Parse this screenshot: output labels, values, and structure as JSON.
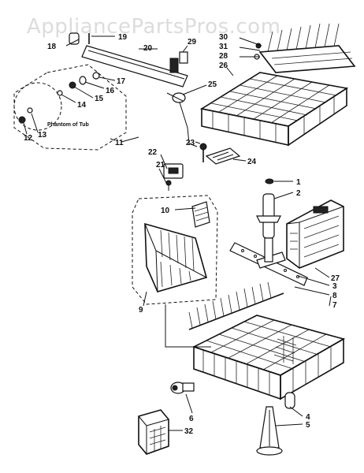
{
  "watermark": "AppliancePartsPros.com",
  "phantom_label": "Phantom of Tub",
  "callouts": {
    "c1": "1",
    "c2": "2",
    "c3": "3",
    "c4": "4",
    "c5": "5",
    "c6": "6",
    "c7": "7",
    "c8": "8",
    "c9": "9",
    "c10": "10",
    "c11": "11",
    "c12": "12",
    "c13": "13",
    "c14": "14",
    "c15": "15",
    "c16": "16",
    "c17": "17",
    "c18": "18",
    "c19": "19",
    "c20": "20",
    "c21": "21",
    "c22": "22",
    "c23": "23",
    "c24": "24",
    "c25": "25",
    "c26": "26",
    "c27": "27",
    "c28": "28",
    "c29": "29",
    "c30": "30",
    "c31": "31",
    "c32": "32"
  }
}
